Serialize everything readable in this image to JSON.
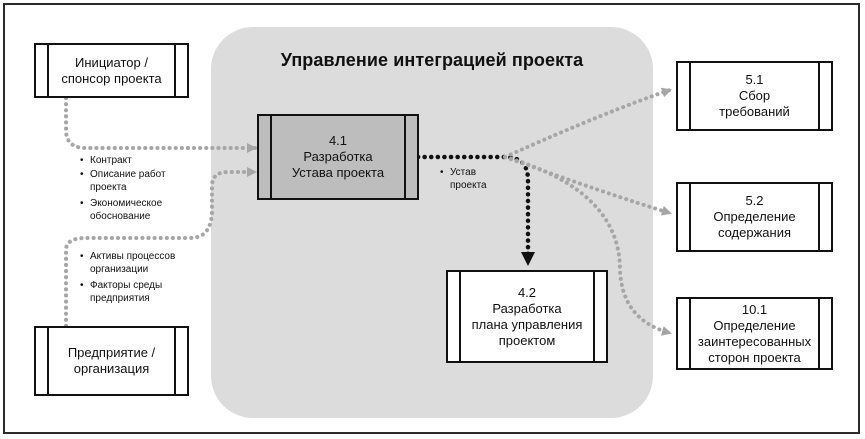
{
  "title": "Управление интеграцией проекта",
  "nodes": {
    "initiator": [
      "Инициатор /",
      "спонсор проекта"
    ],
    "enterprise": [
      "Предприятие /",
      "организация"
    ],
    "p41": [
      "4.1",
      "Разработка",
      "Устава проекта"
    ],
    "p42": [
      "4.2",
      "Разработка",
      "плана управления",
      "проектом"
    ],
    "p51": [
      "5.1",
      "Сбор",
      "требований"
    ],
    "p52": [
      "5.2",
      "Определение",
      "содержания"
    ],
    "p101": [
      "10.1",
      "Определение",
      "заинтересованных",
      "сторон проекта"
    ]
  },
  "inputs_group1": [
    {
      "lines": [
        "Контракт"
      ]
    },
    {
      "lines": [
        "Описание работ",
        "проекта"
      ]
    },
    {
      "lines": [
        "Экономическое",
        "обоснование"
      ]
    }
  ],
  "inputs_group2": [
    {
      "lines": [
        "Активы процессов",
        "организации"
      ]
    },
    {
      "lines": [
        "Факторы среды",
        "предприятия"
      ]
    }
  ],
  "output_label": [
    "Устав",
    "проекта"
  ],
  "colors": {
    "region_fill": "#dcdcdc",
    "process_fill": "#bdbdbd",
    "dotted_grey": "#a6a6a6",
    "dotted_black": "#111111"
  }
}
